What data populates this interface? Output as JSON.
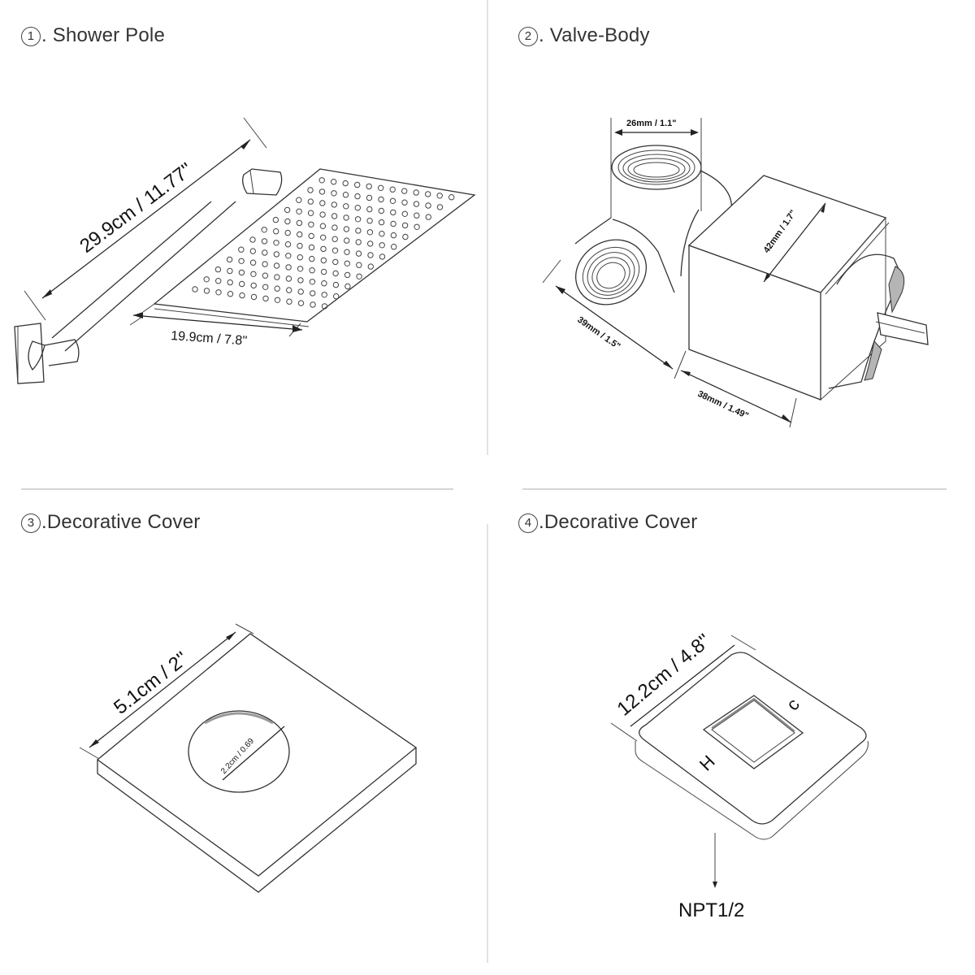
{
  "panels": [
    {
      "id": "shower-pole",
      "number": "1",
      "title_suffix": ". Shower Pole",
      "dimensions": {
        "arm_length": "29.9cm / 11.77''",
        "head_width": "19.9cm / 7.8''"
      }
    },
    {
      "id": "valve-body",
      "number": "2",
      "title_suffix": ". Valve-Body",
      "dimensions": {
        "inlet_diameter": "26mm / 1.1\"",
        "cube_height": "42mm / 1.7\"",
        "body_depth": "39mm / 1.5\"",
        "cube_width": "38mm / 1.49\""
      }
    },
    {
      "id": "decorative-cover-small",
      "number": "3",
      "title_suffix": ".Decorative Cover",
      "dimensions": {
        "side": "5.1cm / 2''",
        "hole_diameter": "2.2cm / 0.69"
      }
    },
    {
      "id": "decorative-cover-large",
      "number": "4",
      "title_suffix": ".Decorative Cover",
      "dimensions": {
        "side": "12.2cm / 4.8''"
      },
      "labels": {
        "hot": "H",
        "cold": "c",
        "thread": "NPT1/2"
      }
    }
  ],
  "colors": {
    "background": "#ffffff",
    "line": "#333333",
    "divider": "#d6d6d6",
    "shade": "#b5b5b5"
  }
}
